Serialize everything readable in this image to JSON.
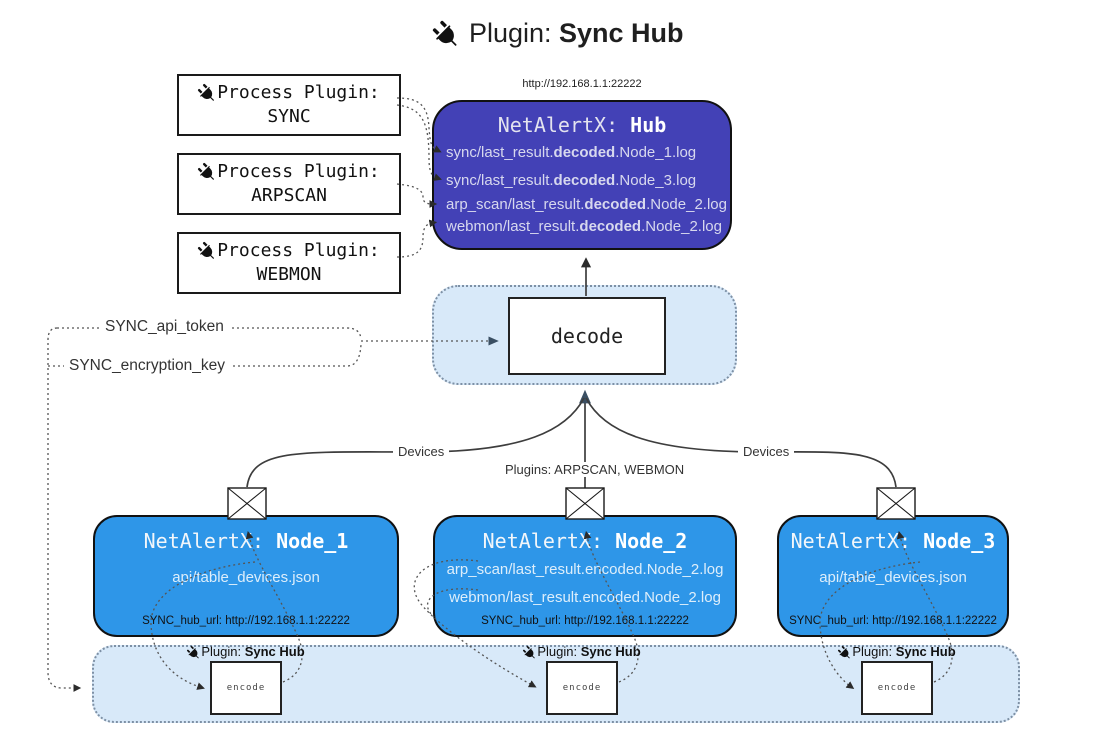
{
  "title": {
    "prefix": "Plugin: ",
    "bold": "Sync Hub"
  },
  "hub_url": "http://192.168.1.1:22222",
  "process_plugins": [
    {
      "label": "Process Plugin:",
      "name": "SYNC"
    },
    {
      "label": "Process Plugin:",
      "name": "ARPSCAN"
    },
    {
      "label": "Process Plugin:",
      "name": "WEBMON"
    }
  ],
  "hub": {
    "title_prefix": "NetAlertX: ",
    "title_bold": "Hub",
    "logs": [
      {
        "pre": "sync/last_result.",
        "bold": "decoded",
        "post": ".Node_1.log"
      },
      {
        "pre": "sync/last_result.",
        "bold": "decoded",
        "post": ".Node_3.log"
      },
      {
        "pre": "arp_scan/last_result.",
        "bold": "decoded",
        "post": ".Node_2.log"
      },
      {
        "pre": "webmon/last_result.",
        "bold": "decoded",
        "post": ".Node_2.log"
      }
    ]
  },
  "decode": {
    "label": "decode"
  },
  "secrets": {
    "api_token": "SYNC_api_token",
    "encryption_key": "SYNC_encryption_key"
  },
  "edges": {
    "devices_left": "Devices",
    "plugins_center": "Plugins: ARPSCAN, WEBMON",
    "devices_right": "Devices"
  },
  "nodes": [
    {
      "title_prefix": "NetAlertX: ",
      "title_bold": "Node_1",
      "file1": "api/table_devices.json",
      "hub_url": "SYNC_hub_url: http://192.168.1.1:22222"
    },
    {
      "title_prefix": "NetAlertX: ",
      "title_bold": "Node_2",
      "file1": "arp_scan/last_result.encoded.Node_2.log",
      "file2": "webmon/last_result.encoded.Node_2.log",
      "hub_url": "SYNC_hub_url: http://192.168.1.1:22222"
    },
    {
      "title_prefix": "NetAlertX: ",
      "title_bold": "Node_3",
      "file1": "api/table_devices.json",
      "hub_url": "SYNC_hub_url: http://192.168.1.1:22222"
    }
  ],
  "encoder": {
    "label_prefix": "Plugin: ",
    "label_bold": "Sync Hub",
    "box_label": "encode"
  },
  "colors": {
    "hub_bg": "#4341B6",
    "node_bg": "#2E96E8",
    "panel_bg": "#D8E9F9",
    "panel_border": "#7D90A5",
    "line": "#3D3D3D",
    "arrow_accent": "#3A4F63"
  }
}
